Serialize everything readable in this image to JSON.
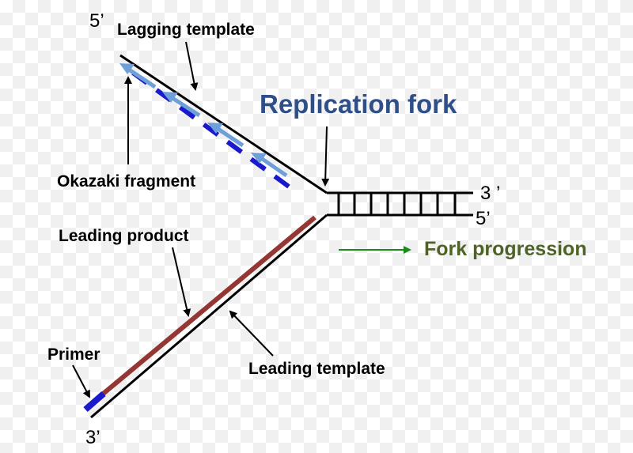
{
  "title": "Replication fork",
  "labels": {
    "lagging_template": "Lagging template",
    "okazaki_fragment": "Okazaki fragment",
    "leading_product": "Leading product",
    "primer": "Primer",
    "leading_template": "Leading template",
    "fork_progression": "Fork progression"
  },
  "ends": {
    "lagging_top": "5’",
    "duplex_top": "3 ’",
    "duplex_bottom": "5’",
    "leading_bottom": "3’"
  },
  "colors": {
    "title": "#2e4f87",
    "fork_progression": "#4f6228",
    "progression_arrow": "#1a8a1a",
    "leading_product": "#943634",
    "primer": "#1a1acc",
    "okazaki_dash": "#1a1acc",
    "okazaki_arrow": "#6e9fd9",
    "strand": "#000000"
  }
}
